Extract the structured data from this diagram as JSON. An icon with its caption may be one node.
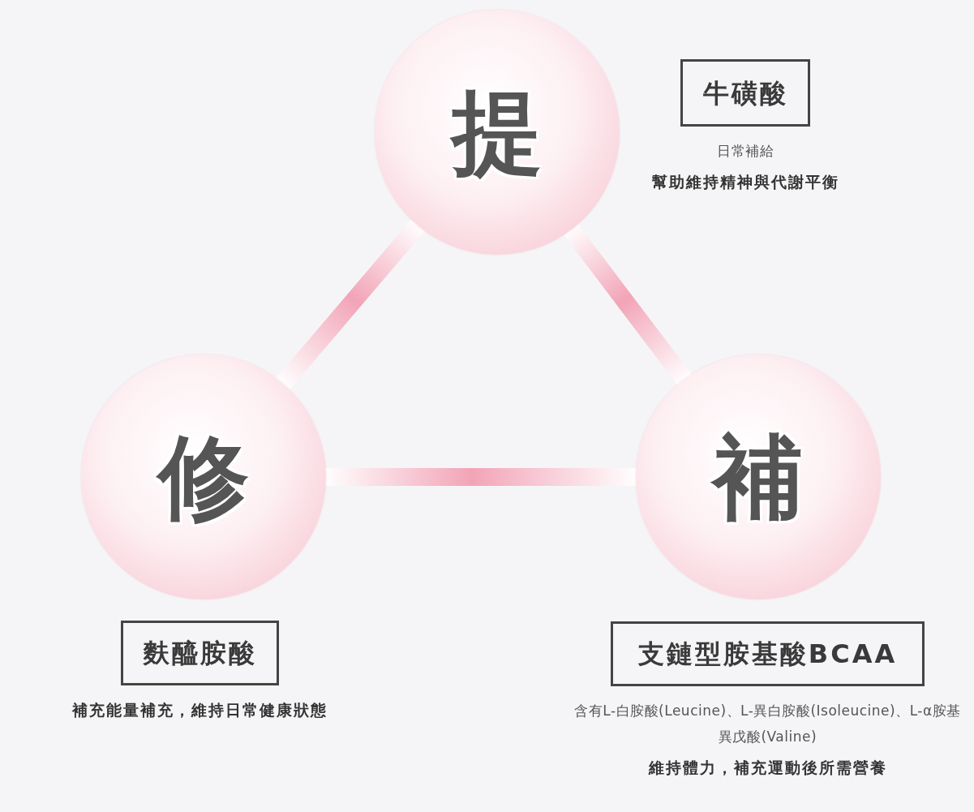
{
  "diagram": {
    "nodes": [
      {
        "text": [
          "提"
        ]
      },
      {
        "text": [
          "修"
        ]
      },
      {
        "text": [
          "補"
        ]
      },
      {
        "text": [
          "牛磺酸"
        ],
        "beside": [
          "日常補給",
          "幫助維持精神與代謝平衡"
        ]
      },
      {
        "text": [
          "麩醯胺酸"
        ],
        "beside": [
          "補充能量補充，維持日常健康狀態"
        ]
      },
      {
        "text": [
          "支鏈型胺基酸BCAA"
        ],
        "beside": [
          "含有L-白胺酸(Leucine)、L-異白胺酸(Isoleucine)、L-α胺基異戊酸(Valine)",
          "維持體力，補充運動後所需營養"
        ]
      }
    ],
    "edges": [
      {
        "from": 0,
        "to": 1,
        "arrow": "none"
      },
      {
        "from": 0,
        "to": 2,
        "arrow": "none"
      },
      {
        "from": 1,
        "to": 2,
        "arrow": "none"
      }
    ]
  }
}
